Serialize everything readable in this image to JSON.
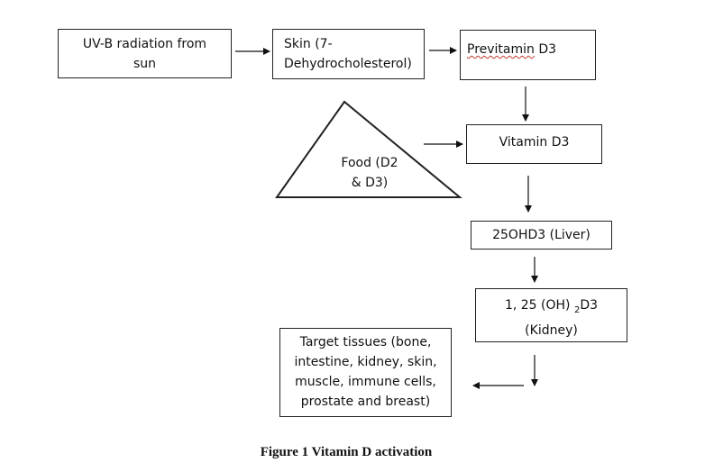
{
  "nodes": {
    "uvb": {
      "line1": "UV-B radiation from",
      "line2": "sun"
    },
    "skin": {
      "line1": "Skin (7-",
      "line2": "Dehydrocholesterol)"
    },
    "previtamin": {
      "word": "Previtamin",
      "suffix": " D3"
    },
    "vitamin_d3": {
      "label": "Vitamin D3"
    },
    "food": {
      "line1": "Food (D2",
      "line2": "& D3)"
    },
    "ohd3_25": {
      "label": "25OHD3 (Liver)"
    },
    "calcitriol": {
      "prefix": "1, 25 (OH) ",
      "subscript": "2",
      "suffix": "D3",
      "line2": "(Kidney)"
    },
    "target": {
      "line1": "Target tissues (bone,",
      "line2": "intestine, kidney, skin,",
      "line3": "muscle, immune cells,",
      "line4": "prostate and breast)"
    }
  },
  "caption": "Figure 1 Vitamin D activation"
}
